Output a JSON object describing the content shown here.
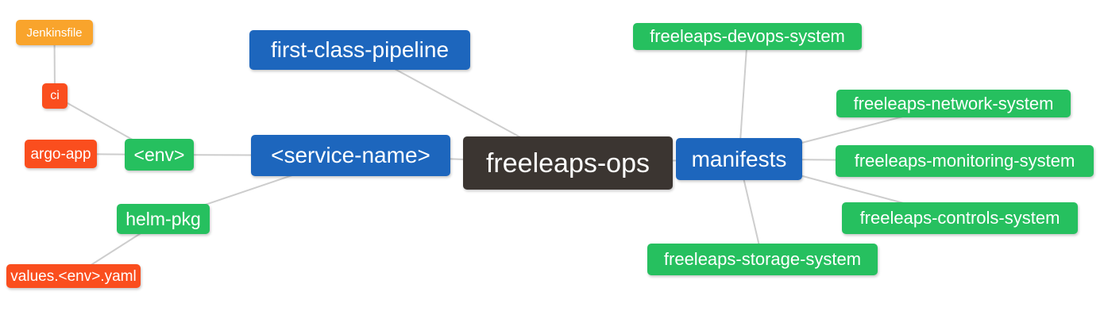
{
  "palette": {
    "blue": "#1d66bd",
    "green": "#26c05f",
    "red": "#fa4e1e",
    "orange": "#f9a42c",
    "dark": "#3b3531",
    "edge": "#cdcdcd",
    "text": "#ffffff"
  },
  "nodes": [
    {
      "id": "jenkinsfile",
      "label": "Jenkinsfile",
      "color": "orange"
    },
    {
      "id": "ci",
      "label": "ci",
      "color": "red"
    },
    {
      "id": "argo-app",
      "label": "argo-app",
      "color": "red"
    },
    {
      "id": "env",
      "label": "<env>",
      "color": "green"
    },
    {
      "id": "helm-pkg",
      "label": "helm-pkg",
      "color": "green"
    },
    {
      "id": "values-env-yaml",
      "label": "values.<env>.yaml",
      "color": "red"
    },
    {
      "id": "first-class-pipeline",
      "label": "first-class-pipeline",
      "color": "blue"
    },
    {
      "id": "service-name",
      "label": "<service-name>",
      "color": "blue"
    },
    {
      "id": "freeleaps-ops",
      "label": "freeleaps-ops",
      "color": "dark"
    },
    {
      "id": "manifests",
      "label": "manifests",
      "color": "blue"
    },
    {
      "id": "freeleaps-devops-system",
      "label": "freeleaps-devops-system",
      "color": "green"
    },
    {
      "id": "freeleaps-network-system",
      "label": "freeleaps-network-system",
      "color": "green"
    },
    {
      "id": "freeleaps-monitoring-system",
      "label": "freeleaps-monitoring-system",
      "color": "green"
    },
    {
      "id": "freeleaps-controls-system",
      "label": "freeleaps-controls-system",
      "color": "green"
    },
    {
      "id": "freeleaps-storage-system",
      "label": "freeleaps-storage-system",
      "color": "green"
    }
  ],
  "edges": [
    [
      "jenkinsfile",
      "ci"
    ],
    [
      "ci",
      "env"
    ],
    [
      "argo-app",
      "env"
    ],
    [
      "env",
      "service-name"
    ],
    [
      "helm-pkg",
      "service-name"
    ],
    [
      "values-env-yaml",
      "helm-pkg"
    ],
    [
      "first-class-pipeline",
      "freeleaps-ops"
    ],
    [
      "service-name",
      "freeleaps-ops"
    ],
    [
      "freeleaps-ops",
      "manifests"
    ],
    [
      "manifests",
      "freeleaps-devops-system"
    ],
    [
      "manifests",
      "freeleaps-network-system"
    ],
    [
      "manifests",
      "freeleaps-monitoring-system"
    ],
    [
      "manifests",
      "freeleaps-controls-system"
    ],
    [
      "manifests",
      "freeleaps-storage-system"
    ]
  ]
}
